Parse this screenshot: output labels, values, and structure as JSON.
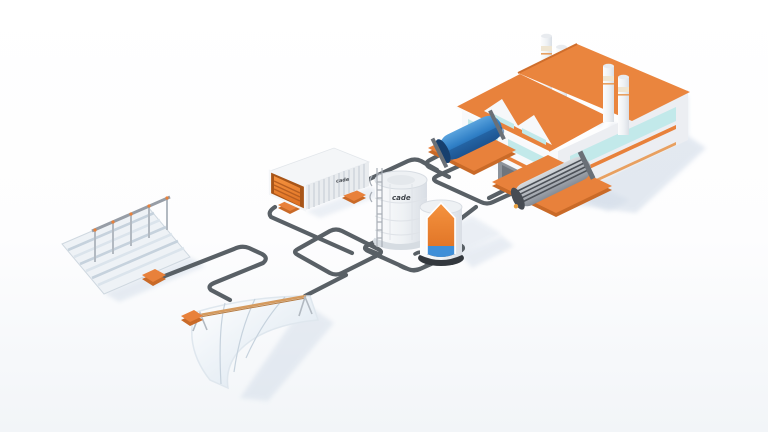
{
  "scene": {
    "description": "Isometric 3D illustration of a concentrated solar thermal process-heat plant",
    "background": {
      "top": "#ffffff",
      "bottom": "#f2f5f8"
    },
    "palette": {
      "accent_orange": "#e8813b",
      "accent_orange_dark": "#c96a28",
      "tank_blue": "#2f7fc6",
      "storage_hot": "#ee7f2d",
      "storage_cold": "#3f8fd8",
      "window_teal": "#c2e9ea",
      "pipe_gray": "#596066",
      "shadow_blue": "#c9d5e4",
      "structure_white": "#f4f6f8"
    },
    "labels": {
      "container_logo": "cade",
      "tank_logo": "cade"
    },
    "components": [
      {
        "id": "fresnel-collector",
        "name": "Linear Fresnel solar collector field"
      },
      {
        "id": "trough-collector",
        "name": "Parabolic trough solar collector"
      },
      {
        "id": "container-unit",
        "name": "Containerized heating unit"
      },
      {
        "id": "buffer-tank",
        "name": "Cylindrical storage tank"
      },
      {
        "id": "thermal-storage-tank",
        "name": "Cutaway thermal storage tank"
      },
      {
        "id": "blue-tank",
        "name": "Horizontal pressurized tank"
      },
      {
        "id": "heat-exchanger",
        "name": "Tubular heat exchanger"
      },
      {
        "id": "factory",
        "name": "Factory building with chimneys"
      },
      {
        "id": "pipe-network",
        "name": "Connecting pipe circuit"
      }
    ]
  }
}
